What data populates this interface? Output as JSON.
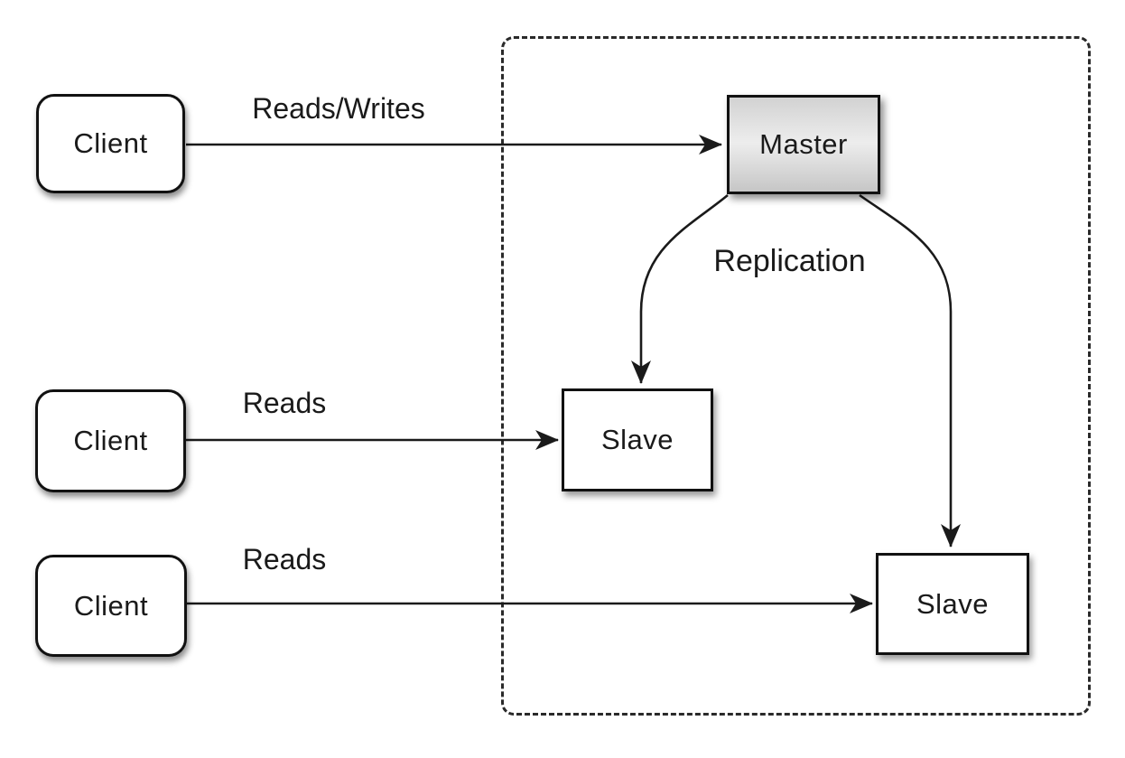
{
  "diagram": {
    "kind": "master-slave-replication-architecture",
    "nodes": {
      "client_top": {
        "label": "Client"
      },
      "client_middle": {
        "label": "Client"
      },
      "client_bottom": {
        "label": "Client"
      },
      "master": {
        "label": "Master"
      },
      "slave_left": {
        "label": "Slave"
      },
      "slave_right": {
        "label": "Slave"
      }
    },
    "edges": {
      "client_top_to_master": {
        "label": "Reads/Writes",
        "from": "client_top",
        "to": "master"
      },
      "client_middle_to_slave_left": {
        "label": "Reads",
        "from": "client_middle",
        "to": "slave_left"
      },
      "client_bottom_to_slave_right": {
        "label": "Reads",
        "from": "client_bottom",
        "to": "slave_right"
      },
      "master_to_slave_left": {
        "label": "Replication",
        "from": "master",
        "to": "slave_left"
      },
      "master_to_slave_right": {
        "label": "Replication",
        "from": "master",
        "to": "slave_right"
      }
    },
    "colors": {
      "background": "#ffffff",
      "stroke": "#1a1a1a",
      "node_border": "#111111",
      "node_fill": "#ffffff",
      "master_gradient_top": "#d2d2d2",
      "master_gradient_middle": "#ededed",
      "master_gradient_bottom": "#c6c6c6",
      "boundary_dash": "#2a2a2a",
      "text": "#1a1a1a"
    }
  }
}
